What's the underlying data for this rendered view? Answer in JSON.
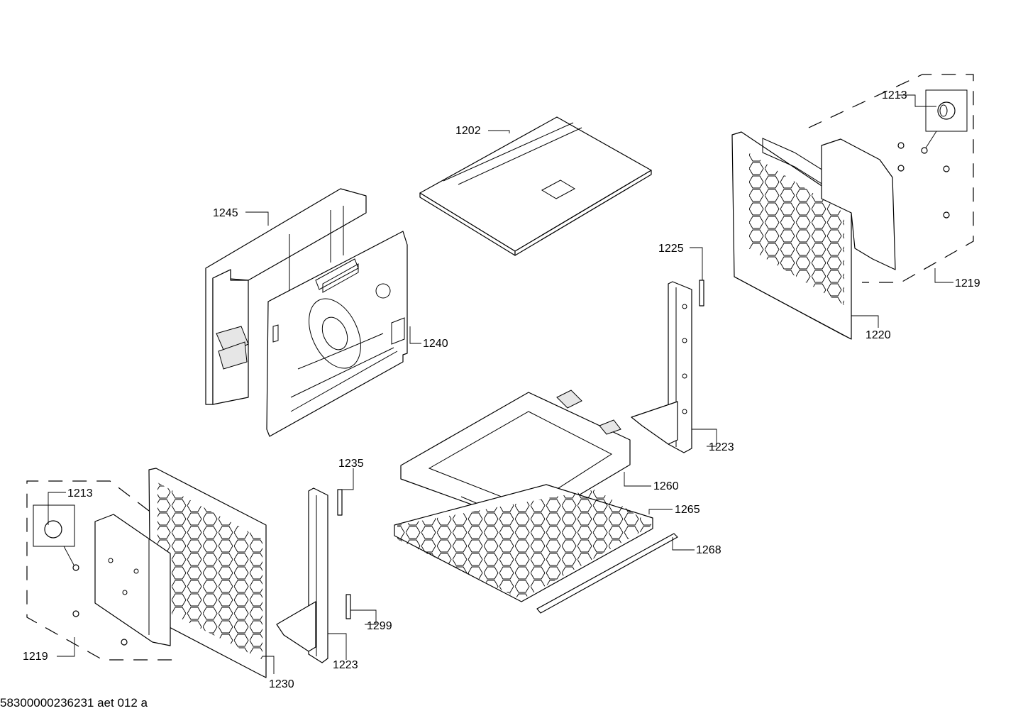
{
  "drawing_code": "58300000236231 aet 012 a",
  "callouts": {
    "c1202": "1202",
    "c1245": "1245",
    "c1240": "1240",
    "c1213_top": "1213",
    "c1219_top": "1219",
    "c1220": "1220",
    "c1225": "1225",
    "c1223_right": "1223",
    "c1260": "1260",
    "c1265": "1265",
    "c1268": "1268",
    "c1235": "1235",
    "c1299": "1299",
    "c1223_left": "1223",
    "c1213_bottom": "1213",
    "c1219_bottom": "1219",
    "c1230": "1230"
  }
}
